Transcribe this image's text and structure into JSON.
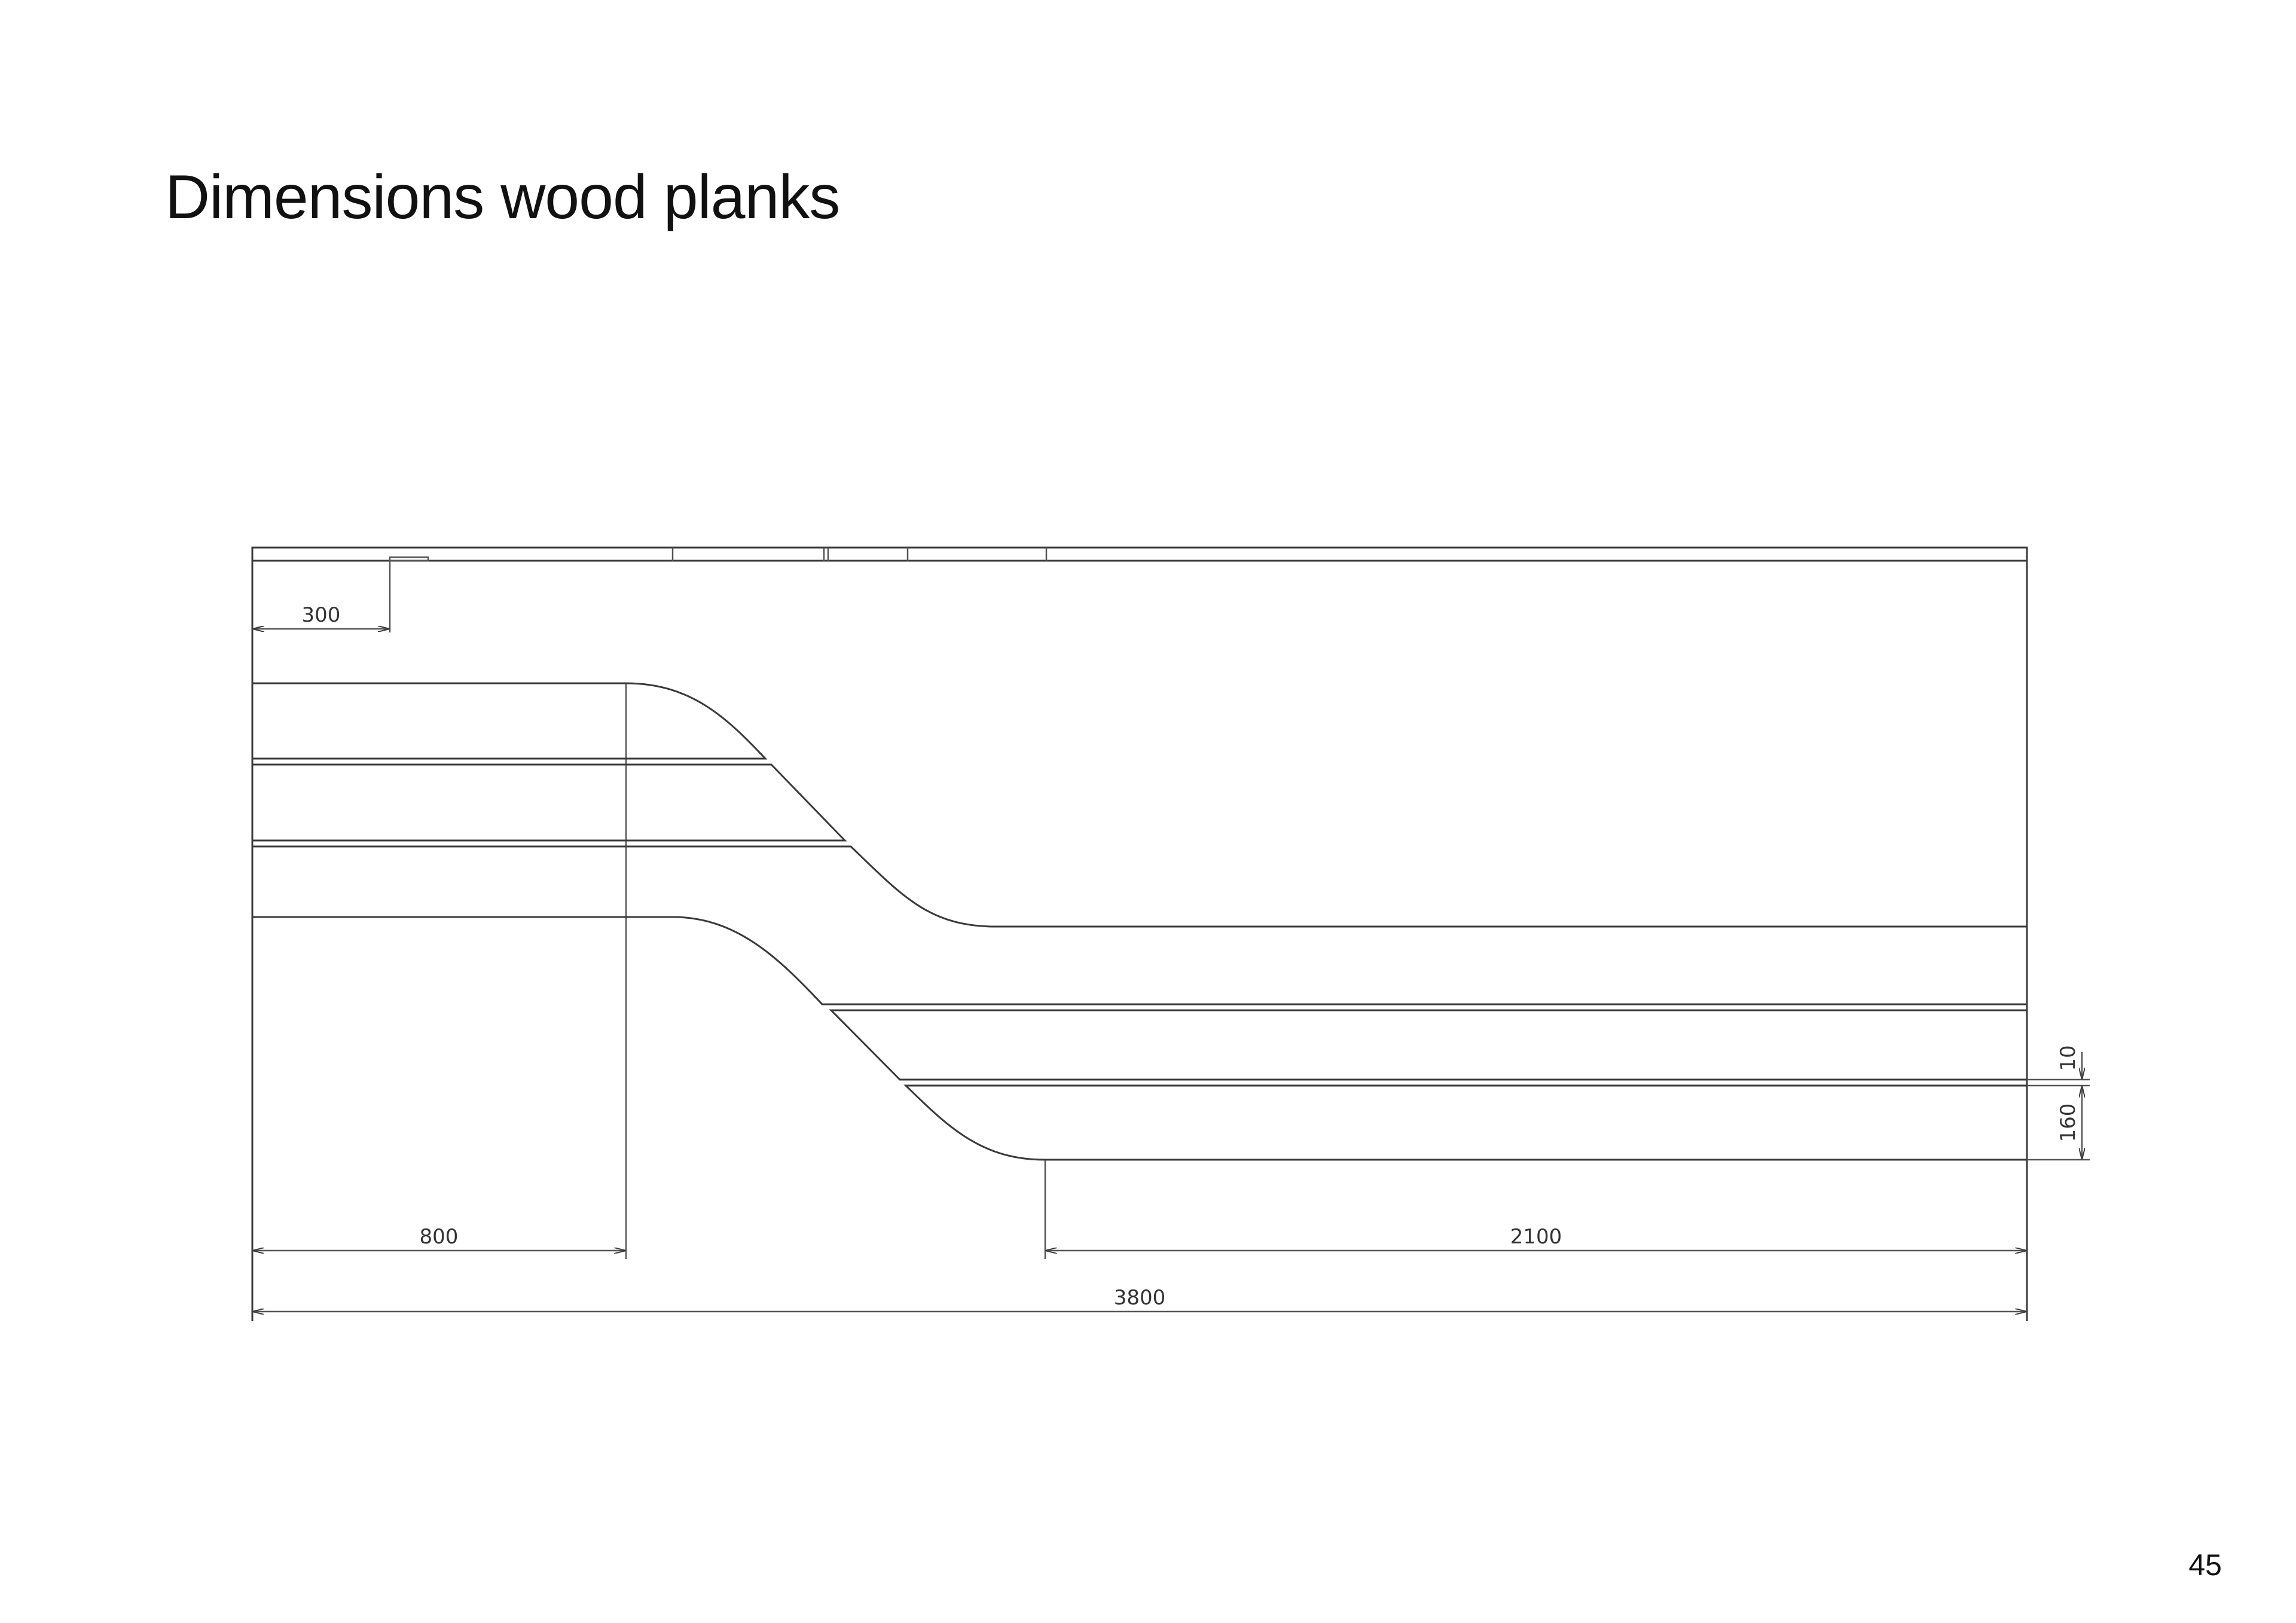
{
  "page": {
    "title": "Dimensions wood planks",
    "page_number": "45"
  },
  "drawing": {
    "dimensions": {
      "offset": "300",
      "left_length": "800",
      "right_length": "2100",
      "total_length": "3800",
      "gap": "10",
      "plank_width": "160"
    }
  }
}
